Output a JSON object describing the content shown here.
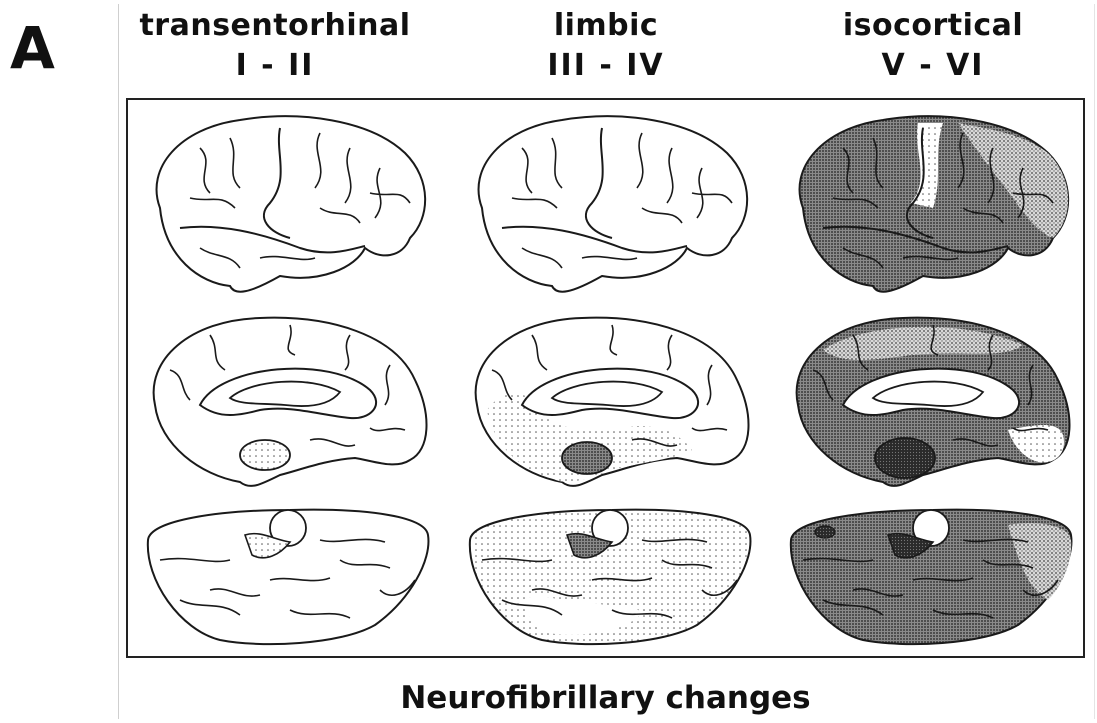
{
  "panel_label": "A",
  "columns": [
    {
      "title": "transentorhinal",
      "stage": "I - II"
    },
    {
      "title": "limbic",
      "stage": "III - IV"
    },
    {
      "title": "isocortical",
      "stage": "V - VI"
    }
  ],
  "footer": "Neurofibrillary changes",
  "colors": {
    "ink": "#1a1a1a",
    "light_stipple": "#e6e6e6",
    "medium": "#9a9a9a",
    "dark": "#3a3a3a",
    "paper": "#ffffff"
  }
}
